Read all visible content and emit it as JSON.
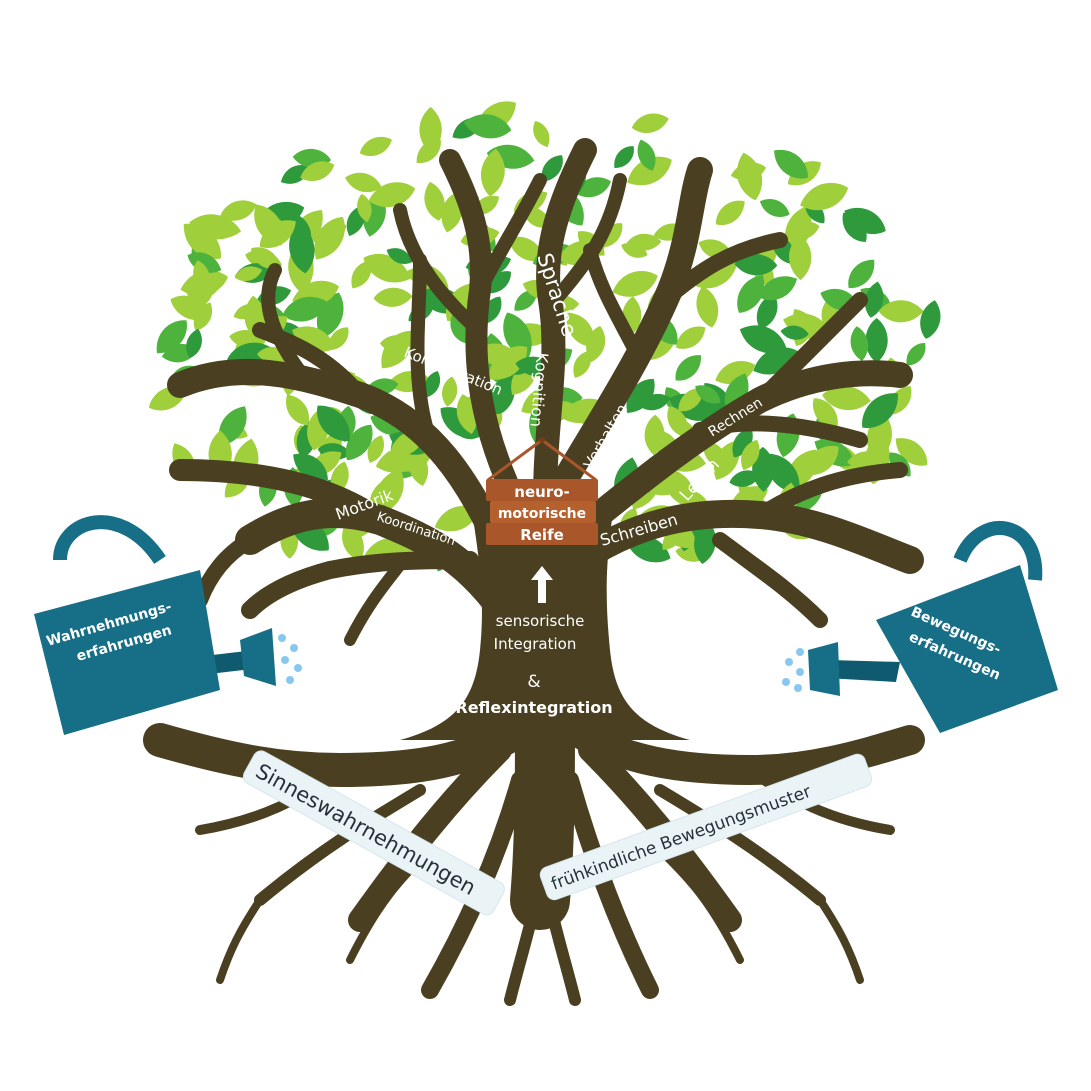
{
  "trunk": {
    "sign": {
      "line1": "neuro-",
      "line2": "motorische",
      "line3": "Reife"
    },
    "integration": {
      "line1": "sensorische",
      "line2": "Integration",
      "ampersand": "&",
      "line3": "Reflexintegration"
    }
  },
  "branches": {
    "sprache": "Sprache",
    "kognition": "Kognition",
    "konzentration": "Konzentration",
    "verhalten": "Verhalten",
    "rechnen": "Rechnen",
    "lesen": "Lesen",
    "schreiben": "Schreiben",
    "motorik": "Motorik",
    "koordination": "Koordination"
  },
  "cans": {
    "left": {
      "line1": "Wahrnehmungs-",
      "line2": "erfahrungen"
    },
    "right": {
      "line1": "Bewegungs-",
      "line2": "erfahrungen"
    }
  },
  "roots": {
    "left": "Sinneswahrnehmungen",
    "right": "frühkindliche Bewegungsmuster"
  },
  "colors": {
    "trunk": "#4a4021",
    "leaf_dark": "#2e9a3c",
    "leaf_mid": "#4db33d",
    "leaf_light": "#9fcf3a",
    "can": "#176e87",
    "sign": "#a8562a"
  },
  "icons": {
    "arrow": "arrow-up-icon"
  }
}
